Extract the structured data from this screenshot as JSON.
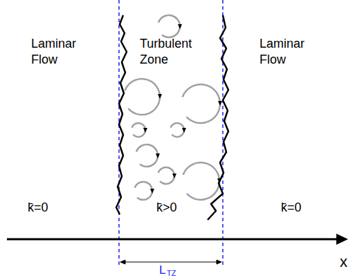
{
  "diagram": {
    "labels": [
      "Laminar Flow",
      "Turbulent Zone",
      "Laminar Flow",
      "k̄=0",
      "k̄>0",
      "k̄=0",
      "L",
      "TZ",
      "x"
    ]
  }
}
